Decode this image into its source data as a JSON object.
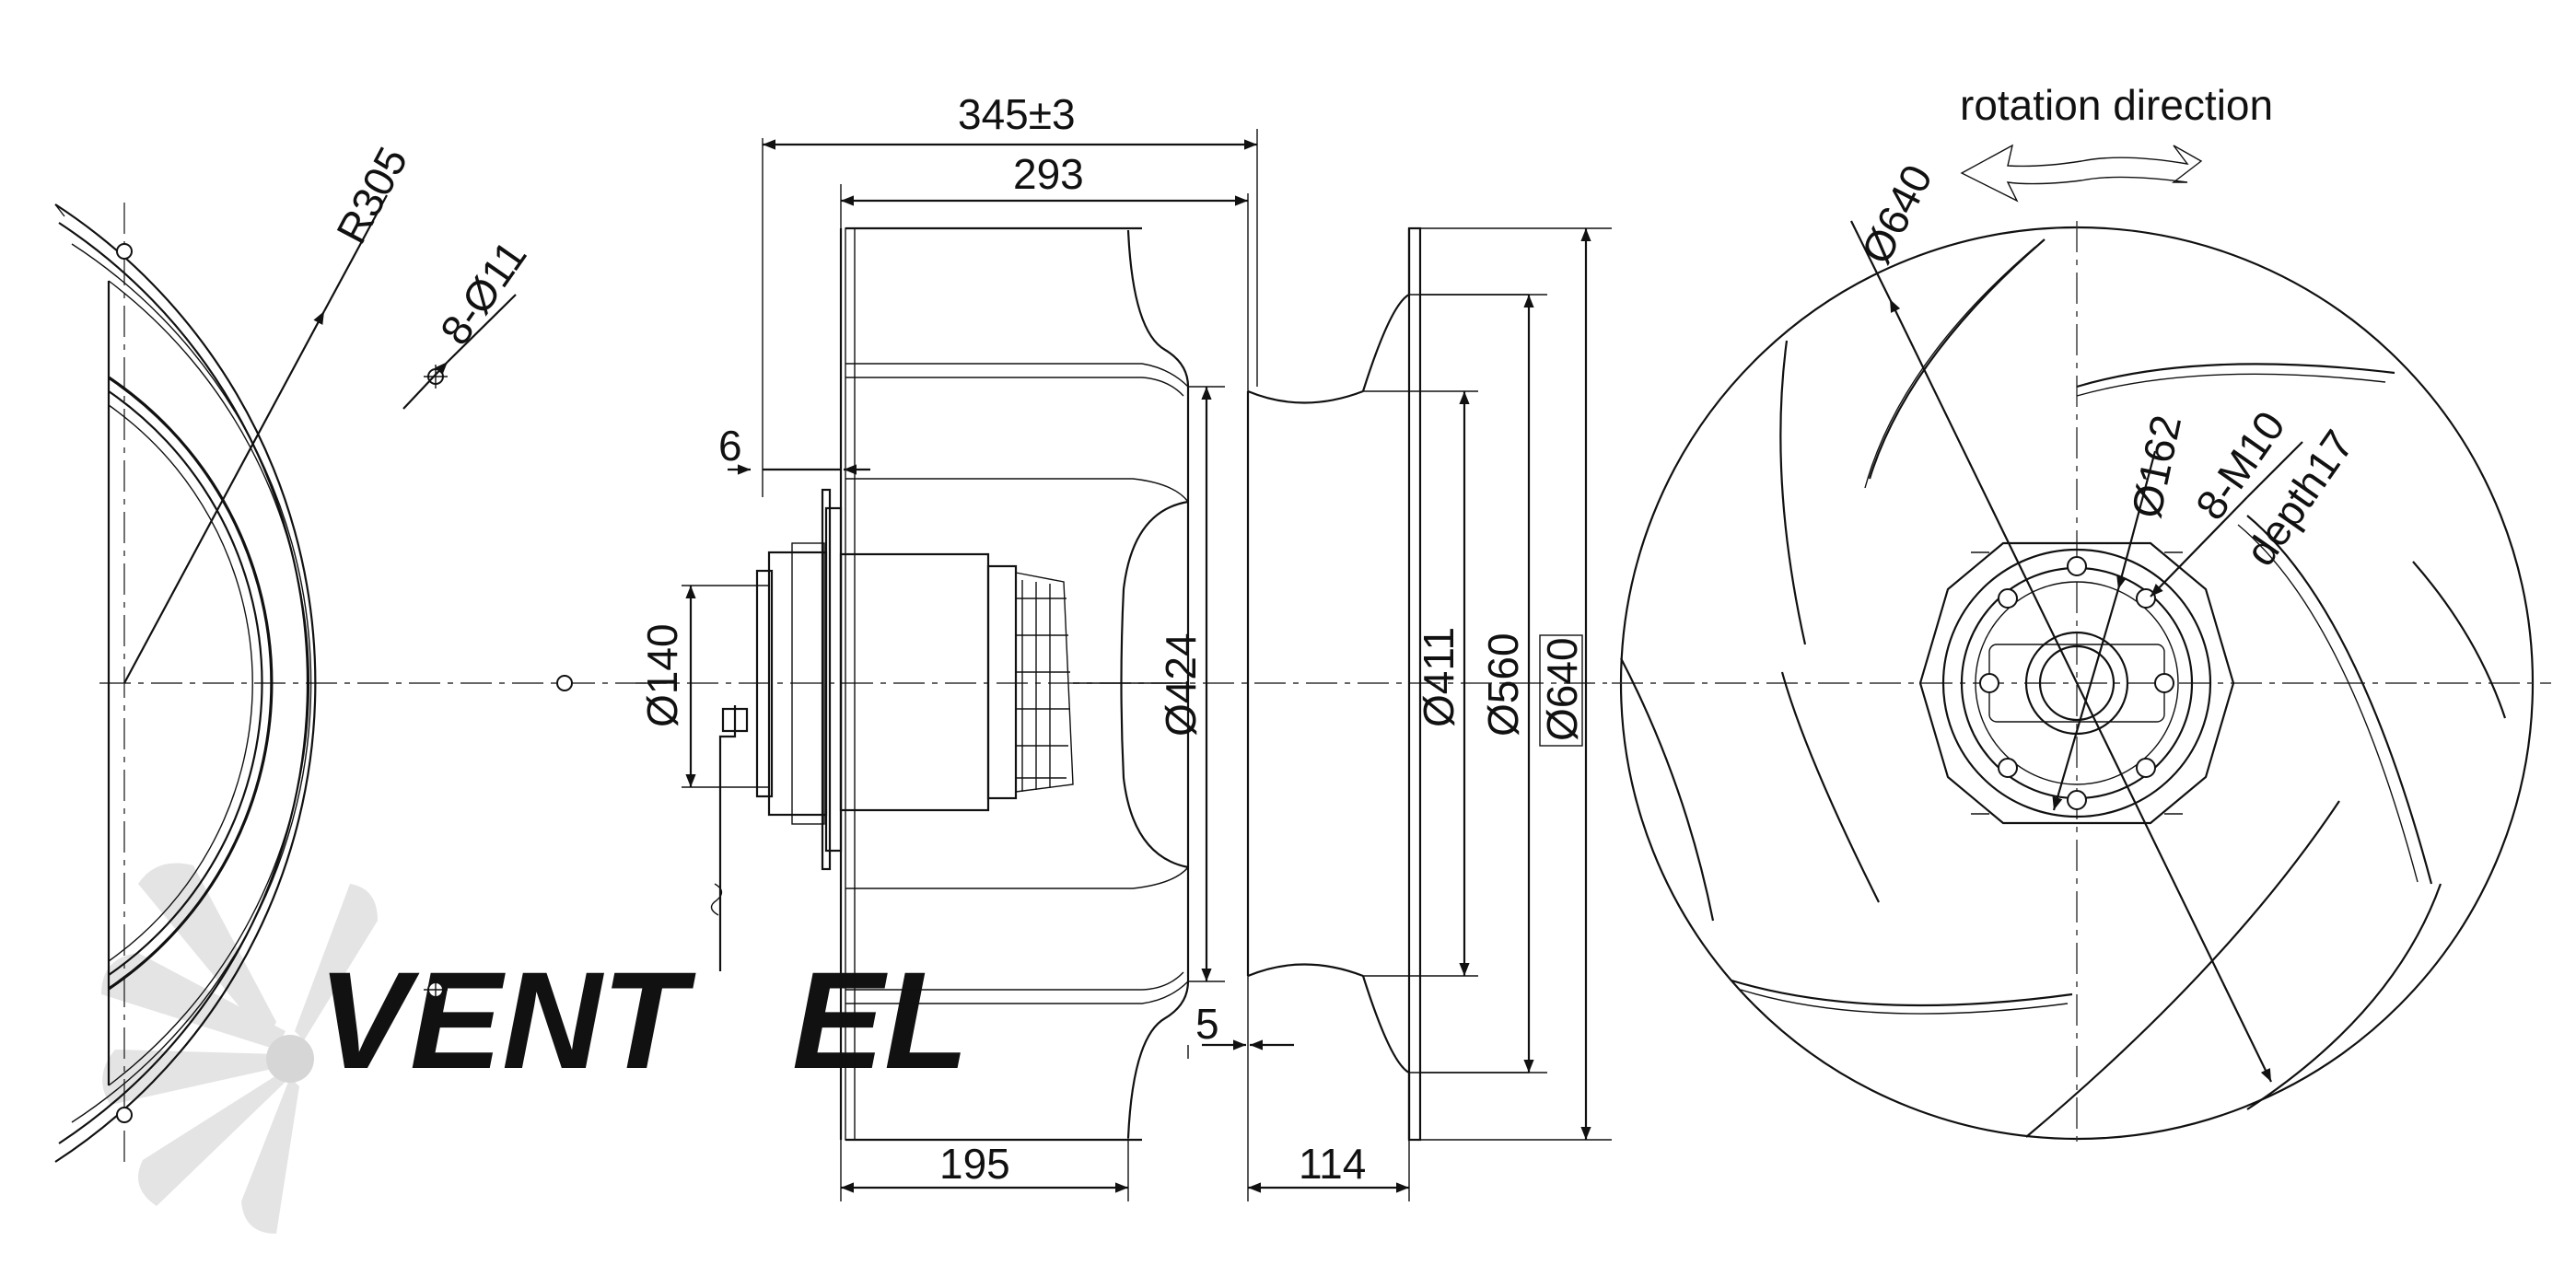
{
  "dimensions": {
    "total_length": "345±3",
    "impeller_length": "293",
    "offset_6": "6",
    "motor_diameter": "Ø140",
    "outlet_diameter": "Ø424",
    "inlet_diameter": "Ø411",
    "flange_inner": "Ø560",
    "flange_outer": "Ø640",
    "offset_5": "5",
    "front_depth": "195",
    "inlet_depth": "114",
    "flange_radius": "R305",
    "mounting_holes": "8-Ø11",
    "impeller_diameter": "Ø640",
    "hub_diameter": "Ø162",
    "hub_threads": "8-M10",
    "thread_depth": "depth17"
  },
  "annotations": {
    "rotation": "rotation direction"
  },
  "watermark": {
    "part1": "VENT",
    "part2": "EL"
  },
  "colors": {
    "line": "#111111",
    "watermark_gray": "#d8d8d8",
    "watermark_blue": "#bcd7f0"
  }
}
